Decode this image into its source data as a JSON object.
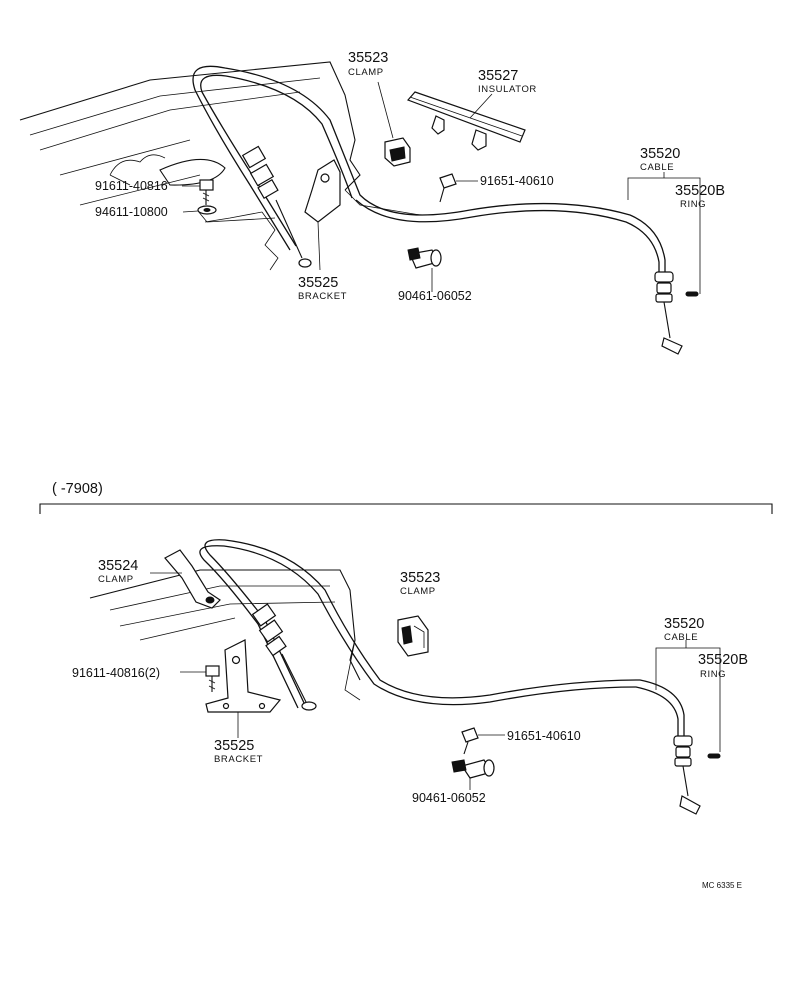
{
  "upper": {
    "clamp": {
      "number": "35523",
      "name": "CLAMP"
    },
    "insulator": {
      "number": "35527",
      "name": "INSULATOR"
    },
    "cable": {
      "number": "35520",
      "name": "CABLE"
    },
    "ring": {
      "number": "35520B",
      "name": "RING"
    },
    "bolt_a": {
      "number": "91611-40816"
    },
    "washer": {
      "number": "94611-10800"
    },
    "bolt_b": {
      "number": "91651-40610"
    },
    "bracket": {
      "number": "35525",
      "name": "BRACKET"
    },
    "grommet": {
      "number": "90461-06052"
    }
  },
  "section": {
    "label": "(        -7908)"
  },
  "lower": {
    "clamp_a": {
      "number": "35524",
      "name": "CLAMP"
    },
    "clamp_b": {
      "number": "35523",
      "name": "CLAMP"
    },
    "cable": {
      "number": "35520",
      "name": "CABLE"
    },
    "ring": {
      "number": "35520B",
      "name": "RING"
    },
    "bolt_a": {
      "number": "91611-40816(2)"
    },
    "bracket": {
      "number": "35525",
      "name": "BRACKET"
    },
    "bolt_b": {
      "number": "91651-40610"
    },
    "grommet": {
      "number": "90461-06052"
    }
  },
  "footer": {
    "code": "MC  6335 E"
  }
}
